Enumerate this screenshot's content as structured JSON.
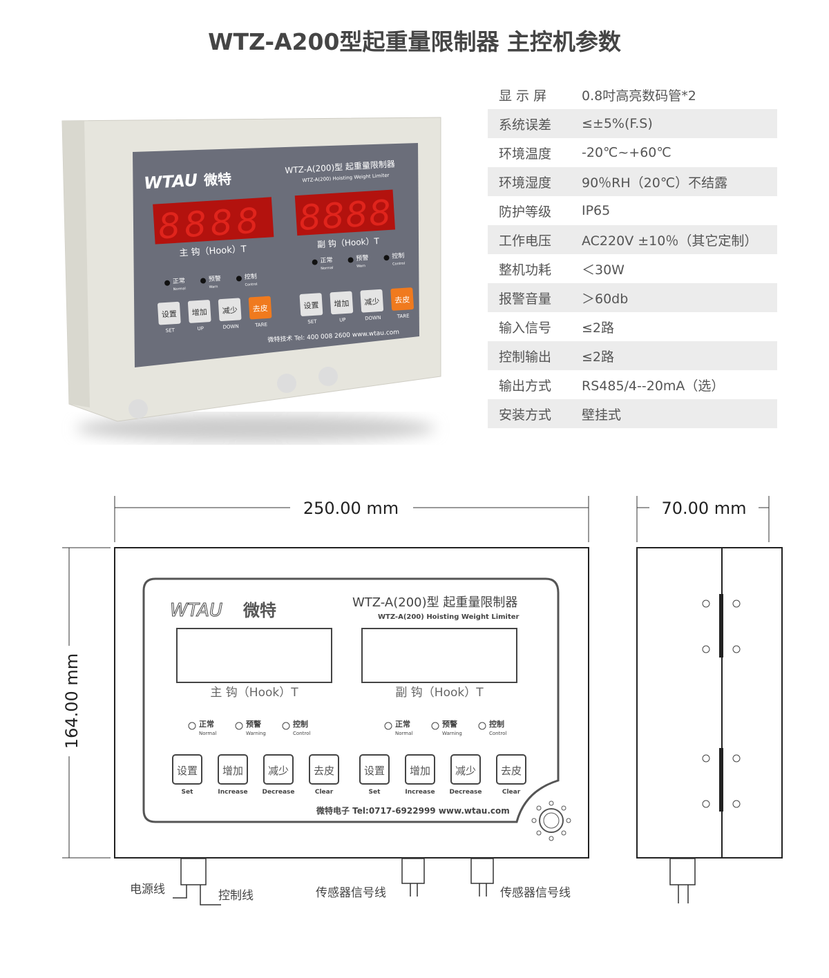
{
  "title": "WTZ-A200型起重量限制器  主控机参数",
  "specs": [
    {
      "label": "显 示 屏",
      "value": "0.8吋高亮数码管*2"
    },
    {
      "label": "系统误差",
      "value": "≤±5%(F.S)"
    },
    {
      "label": "环境温度",
      "value": "-20℃~+60℃"
    },
    {
      "label": "环境湿度",
      "value": "90％RH（20℃）不结露"
    },
    {
      "label": "防护等级",
      "value": "IP65"
    },
    {
      "label": "工作电压",
      "value": "AC220V ±10％（其它定制）"
    },
    {
      "label": "整机功耗",
      "value": "＜30W"
    },
    {
      "label": "报警音量",
      "value": "＞60db"
    },
    {
      "label": "输入信号",
      "value": "≤2路"
    },
    {
      "label": "控制输出",
      "value": "≤2路"
    },
    {
      "label": "输出方式",
      "value": "RS485/4--20mA（选）"
    },
    {
      "label": "安装方式",
      "value": "壁挂式"
    }
  ],
  "photo": {
    "brand": "WTAU",
    "brand_cn": "微特",
    "model": "WTZ-A(200)型 起重量限制器",
    "model_en": "WTZ-A(200) Hoisting Weight Limiter",
    "display_value": "8888",
    "main_hook": "主 钩（Hook）T",
    "aux_hook": "副 钩（Hook）T",
    "leds": [
      {
        "cn": "正常",
        "en": "Normal"
      },
      {
        "cn": "预警",
        "en": "Warn"
      },
      {
        "cn": "控制",
        "en": "Control"
      }
    ],
    "buttons": [
      {
        "cn": "设置",
        "en": "SET"
      },
      {
        "cn": "增加",
        "en": "UP"
      },
      {
        "cn": "减少",
        "en": "DOWN"
      },
      {
        "cn": "去皮",
        "en": "TARE"
      }
    ],
    "footer": "微特技术  Tel: 400 008 2600  www.wtau.com",
    "colors": {
      "panel": "#6b6e7a",
      "display": "#c0140f",
      "tare": "#f07a1e",
      "case": "#e9e8e0"
    }
  },
  "drawing": {
    "width_dim": "250.00 mm",
    "height_dim": "164.00 mm",
    "depth_dim": "70.00 mm",
    "brand": "WTAU",
    "brand_cn": "微特",
    "model": "WTZ-A(200)型 起重量限制器",
    "model_en": "WTZ-A(200) Hoisting Weight Limiter",
    "main_hook": "主 钩（Hook）T",
    "aux_hook": "副 钩（Hook）T",
    "leds": [
      {
        "cn": "正常",
        "en": "Normal"
      },
      {
        "cn": "预警",
        "en": "Warning"
      },
      {
        "cn": "控制",
        "en": "Control"
      }
    ],
    "buttons": [
      {
        "cn": "设置",
        "en": "Set"
      },
      {
        "cn": "增加",
        "en": "Increase"
      },
      {
        "cn": "减少",
        "en": "Decrease"
      },
      {
        "cn": "去皮",
        "en": "Clear"
      }
    ],
    "footer": "微特电子  Tel:0717-6922999  www.wtau.com",
    "cables": {
      "power": "电源线",
      "control": "控制线",
      "sensor1": "传感器信号线",
      "sensor2": "传感器信号线"
    }
  }
}
